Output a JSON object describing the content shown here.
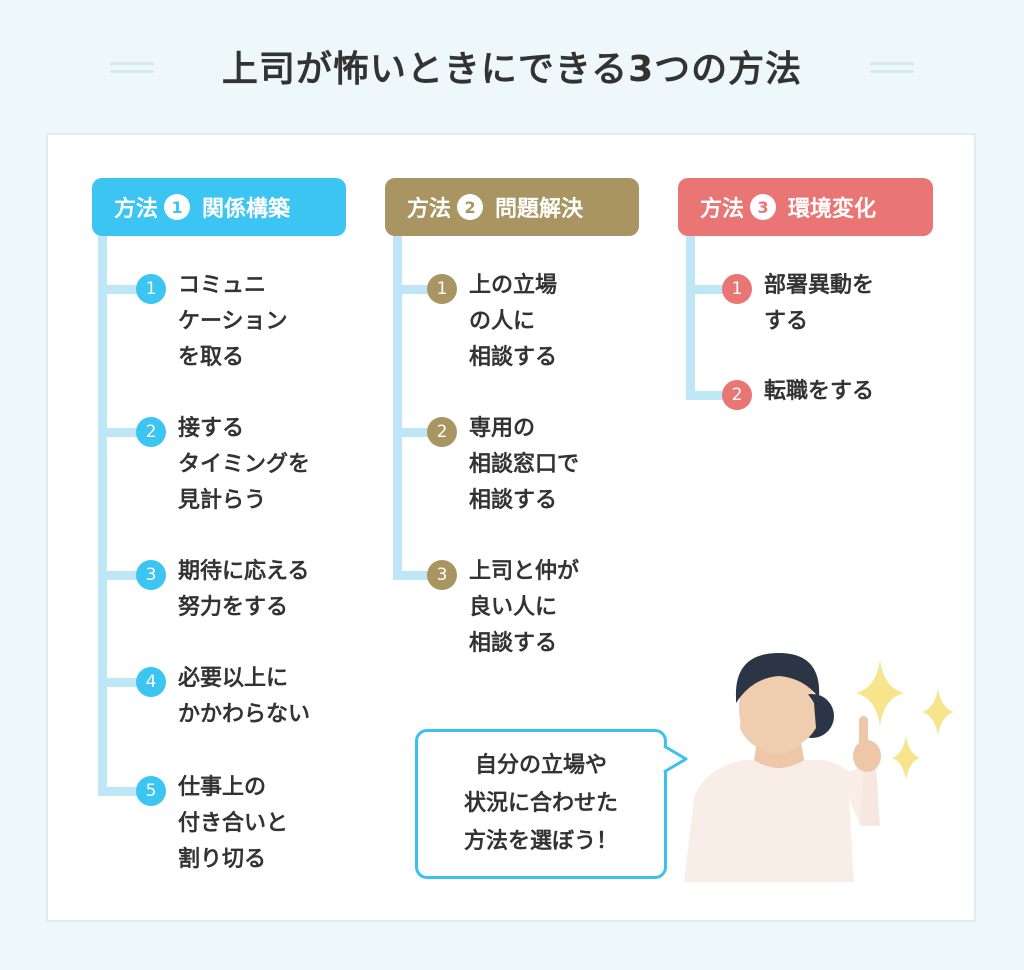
{
  "title": "上司が怖いときにできる3つの方法",
  "colors": {
    "background": "#eef7fa",
    "panel": "#ffffff",
    "connector": "#bde7f6",
    "method1": "#3cc4f3",
    "method2": "#a99561",
    "method3": "#ea7575",
    "bubble_border": "#3cc0ef",
    "text": "#333333"
  },
  "methods": [
    {
      "prefix": "方法",
      "number": "1",
      "name": "関係構築",
      "items": [
        {
          "number": "1",
          "text": "コミュニ\nケーション\nを取る"
        },
        {
          "number": "2",
          "text": "接する\nタイミングを\n見計らう"
        },
        {
          "number": "3",
          "text": "期待に応える\n努力をする"
        },
        {
          "number": "4",
          "text": "必要以上に\nかかわらない"
        },
        {
          "number": "5",
          "text": "仕事上の\n付き合いと\n割り切る"
        }
      ]
    },
    {
      "prefix": "方法",
      "number": "2",
      "name": "問題解決",
      "items": [
        {
          "number": "1",
          "text": "上の立場\nの人に\n相談する"
        },
        {
          "number": "2",
          "text": "専用の\n相談窓口で\n相談する"
        },
        {
          "number": "3",
          "text": "上司と仲が\n良い人に\n相談する"
        }
      ]
    },
    {
      "prefix": "方法",
      "number": "3",
      "name": "環境変化",
      "items": [
        {
          "number": "1",
          "text": "部署異動を\nする"
        },
        {
          "number": "2",
          "text": "転職をする"
        }
      ]
    }
  ],
  "speech_bubble": {
    "text": "自分の立場や\n状況に合わせた\n方法を選ぼう！"
  },
  "illustration": {
    "subject": "woman-pointing-up",
    "decorations": [
      "sparkle-icon",
      "sparkle-icon",
      "sparkle-icon"
    ]
  }
}
